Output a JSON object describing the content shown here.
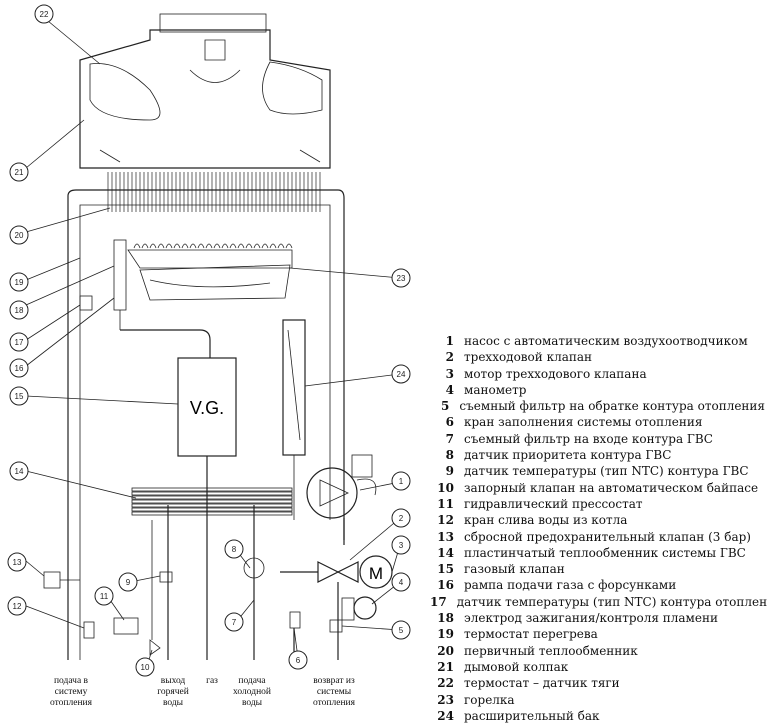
{
  "vg_label": "V.G.",
  "motor_label": "M",
  "callouts": [
    "22",
    "21",
    "20",
    "19",
    "18",
    "17",
    "16",
    "15",
    "14",
    "13",
    "12",
    "11",
    "10",
    "9",
    "8",
    "7",
    "6",
    "5",
    "4",
    "3",
    "2",
    "1",
    "23",
    "24"
  ],
  "legend": [
    {
      "num": "1",
      "text": "насос с автоматическим воздухоотводчиком"
    },
    {
      "num": "2",
      "text": "трехходовой клапан"
    },
    {
      "num": "3",
      "text": "мотор трехходового клапана"
    },
    {
      "num": "4",
      "text": "манометр"
    },
    {
      "num": "5",
      "text": "съемный фильтр на обратке  контура отопления"
    },
    {
      "num": "6",
      "text": "кран заполнения системы отопления"
    },
    {
      "num": "7",
      "text": "съемный фильтр на входе контура ГВС"
    },
    {
      "num": "8",
      "text": "датчик приоритета контура ГВС"
    },
    {
      "num": "9",
      "text": "датчик температуры (тип NTC) контура ГВС"
    },
    {
      "num": "10",
      "text": "запорный клапан на автоматическом байпасе"
    },
    {
      "num": "11",
      "text": "гидравлический прессостат"
    },
    {
      "num": "12",
      "text": "кран слива воды из котла"
    },
    {
      "num": "13",
      "text": " сбросной предохранительный клапан (3 бар)"
    },
    {
      "num": "14",
      "text": " пластинчатый теплообменник системы ГВС"
    },
    {
      "num": "15",
      "text": " газовый клапан"
    },
    {
      "num": "16",
      "text": "рампа подачи газа с форсунками"
    },
    {
      "num": "17",
      "text": " датчик температуры (тип NTC) контура отопления"
    },
    {
      "num": "18",
      "text": "электрод зажигания/контроля пламени"
    },
    {
      "num": "19",
      "text": "термостат перегрева"
    },
    {
      "num": "20",
      "text": "первичный теплообменник"
    },
    {
      "num": "21",
      "text": "дымовой колпак"
    },
    {
      "num": "22",
      "text": "термостат – датчик тяги"
    },
    {
      "num": "23",
      "text": "горелка"
    },
    {
      "num": "24",
      "text": "расширительный бак"
    }
  ],
  "bottom_labels": [
    {
      "l1": "подача в",
      "l2": "систему",
      "l3": "отопления"
    },
    {
      "l1": "выход",
      "l2": "горячей",
      "l3": "воды"
    },
    {
      "l1": "газ",
      "l2": "",
      "l3": ""
    },
    {
      "l1": "подача",
      "l2": "холодной",
      "l3": "воды"
    },
    {
      "l1": "возврат из",
      "l2": "системы",
      "l3": "отопления"
    }
  ]
}
